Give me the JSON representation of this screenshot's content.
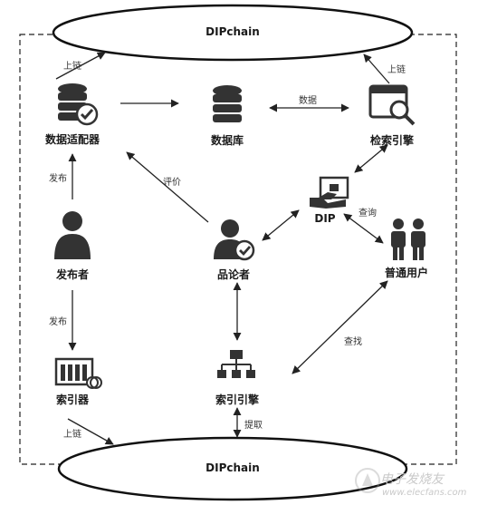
{
  "chain_top": "DIPchain",
  "chain_bottom": "DIPchain",
  "nodes": {
    "data_adapter": "数据适配器",
    "database": "数据库",
    "search_engine": "检索引擎",
    "dip": "DIP",
    "publisher": "发布者",
    "reviewer": "品论者",
    "normal_user": "普通用户",
    "indexer": "索引器",
    "index_engine": "索引引擎"
  },
  "edges": {
    "uplink_adapter": "上链",
    "uplink_search": "上链",
    "data": "数据",
    "publish_to_adapter": "发布",
    "review": "评价",
    "query": "查询",
    "publish_to_indexer": "发布",
    "find": "查找",
    "uplink_indexer": "上链",
    "extract": "提取"
  },
  "watermark": "电子发烧友",
  "watermark_url": "www.elecfans.com",
  "colors": {
    "icon": "#333333",
    "line": "#222222"
  }
}
